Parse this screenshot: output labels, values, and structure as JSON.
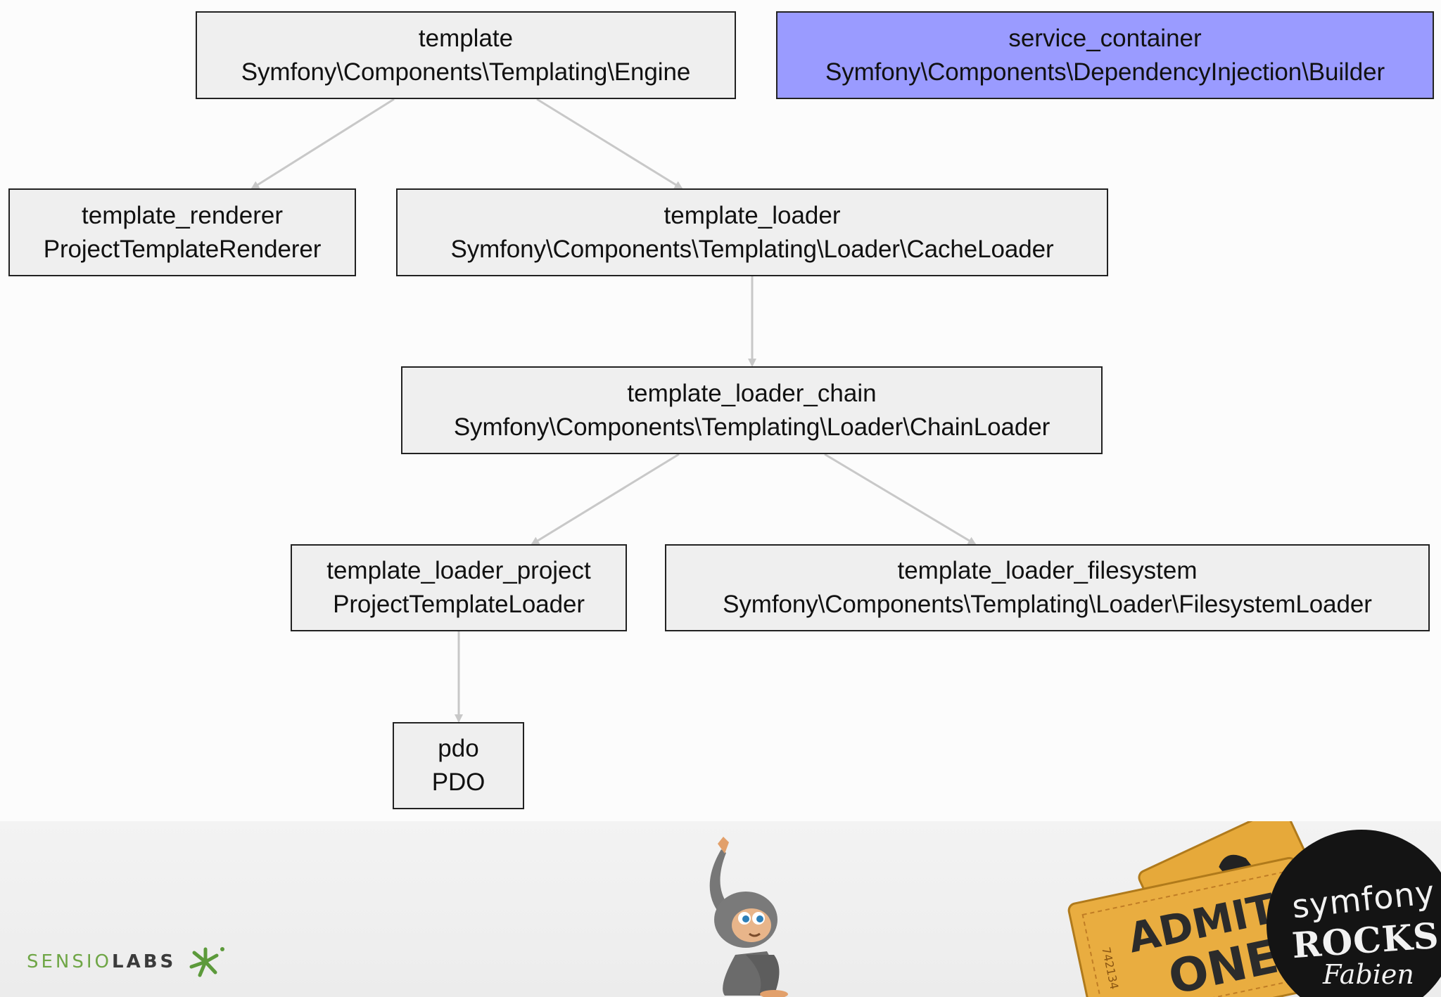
{
  "nodes": {
    "template": {
      "id": "template",
      "class": "Symfony\\Components\\Templating\\Engine"
    },
    "service_container": {
      "id": "service_container",
      "class": "Symfony\\Components\\DependencyInjection\\Builder"
    },
    "template_renderer": {
      "id": "template_renderer",
      "class": "ProjectTemplateRenderer"
    },
    "template_loader": {
      "id": "template_loader",
      "class": "Symfony\\Components\\Templating\\Loader\\CacheLoader"
    },
    "template_loader_chain": {
      "id": "template_loader_chain",
      "class": "Symfony\\Components\\Templating\\Loader\\ChainLoader"
    },
    "template_loader_project": {
      "id": "template_loader_project",
      "class": "ProjectTemplateLoader"
    },
    "template_loader_filesystem": {
      "id": "template_loader_filesystem",
      "class": "Symfony\\Components\\Templating\\Loader\\FilesystemLoader"
    },
    "pdo": {
      "id": "pdo",
      "class": "PDO"
    }
  },
  "edges": [
    {
      "from": "template",
      "to": "template_renderer"
    },
    {
      "from": "template",
      "to": "template_loader"
    },
    {
      "from": "template_loader",
      "to": "template_loader_chain"
    },
    {
      "from": "template_loader_chain",
      "to": "template_loader_project"
    },
    {
      "from": "template_loader_chain",
      "to": "template_loader_filesystem"
    },
    {
      "from": "template_loader_project",
      "to": "pdo"
    }
  ],
  "colors": {
    "node_fill": "#efefef",
    "highlight_fill": "#9a9bff",
    "edge": "#c8c8c8",
    "border": "#222222"
  },
  "footer": {
    "brand_part1": "SENSIO",
    "brand_part2": "LABS",
    "mascot_icon": "monkey-mascot-icon",
    "ticket_text_1": "ADMIT",
    "ticket_text_2": "ONE",
    "ticket_number": "742134",
    "badge_line1": "symfony",
    "badge_line2": "ROCKS",
    "badge_signature": "Fabien"
  }
}
